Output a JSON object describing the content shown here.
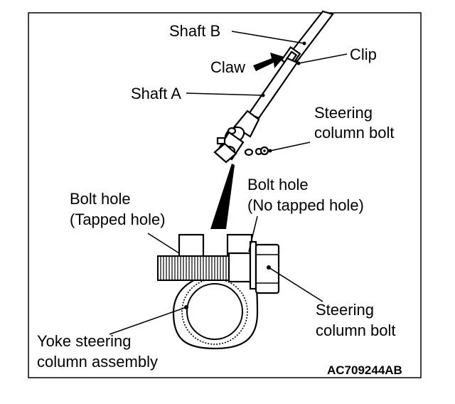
{
  "labels": {
    "shaft_b": "Shaft B",
    "clip": "Clip",
    "claw": "Claw",
    "shaft_a": "Shaft A",
    "steering_bolt_top_1": "Steering",
    "steering_bolt_top_2": "column bolt",
    "bolt_hole_tapped_1": "Bolt hole",
    "bolt_hole_tapped_2": "(Tapped hole)",
    "bolt_hole_plain_1": "Bolt hole",
    "bolt_hole_plain_2": "(No tapped hole)",
    "steering_bolt_bottom_1": "Steering",
    "steering_bolt_bottom_2": "column bolt",
    "yoke_1": "Yoke steering",
    "yoke_2": "column assembly",
    "figure_code": "AC709244AB"
  }
}
